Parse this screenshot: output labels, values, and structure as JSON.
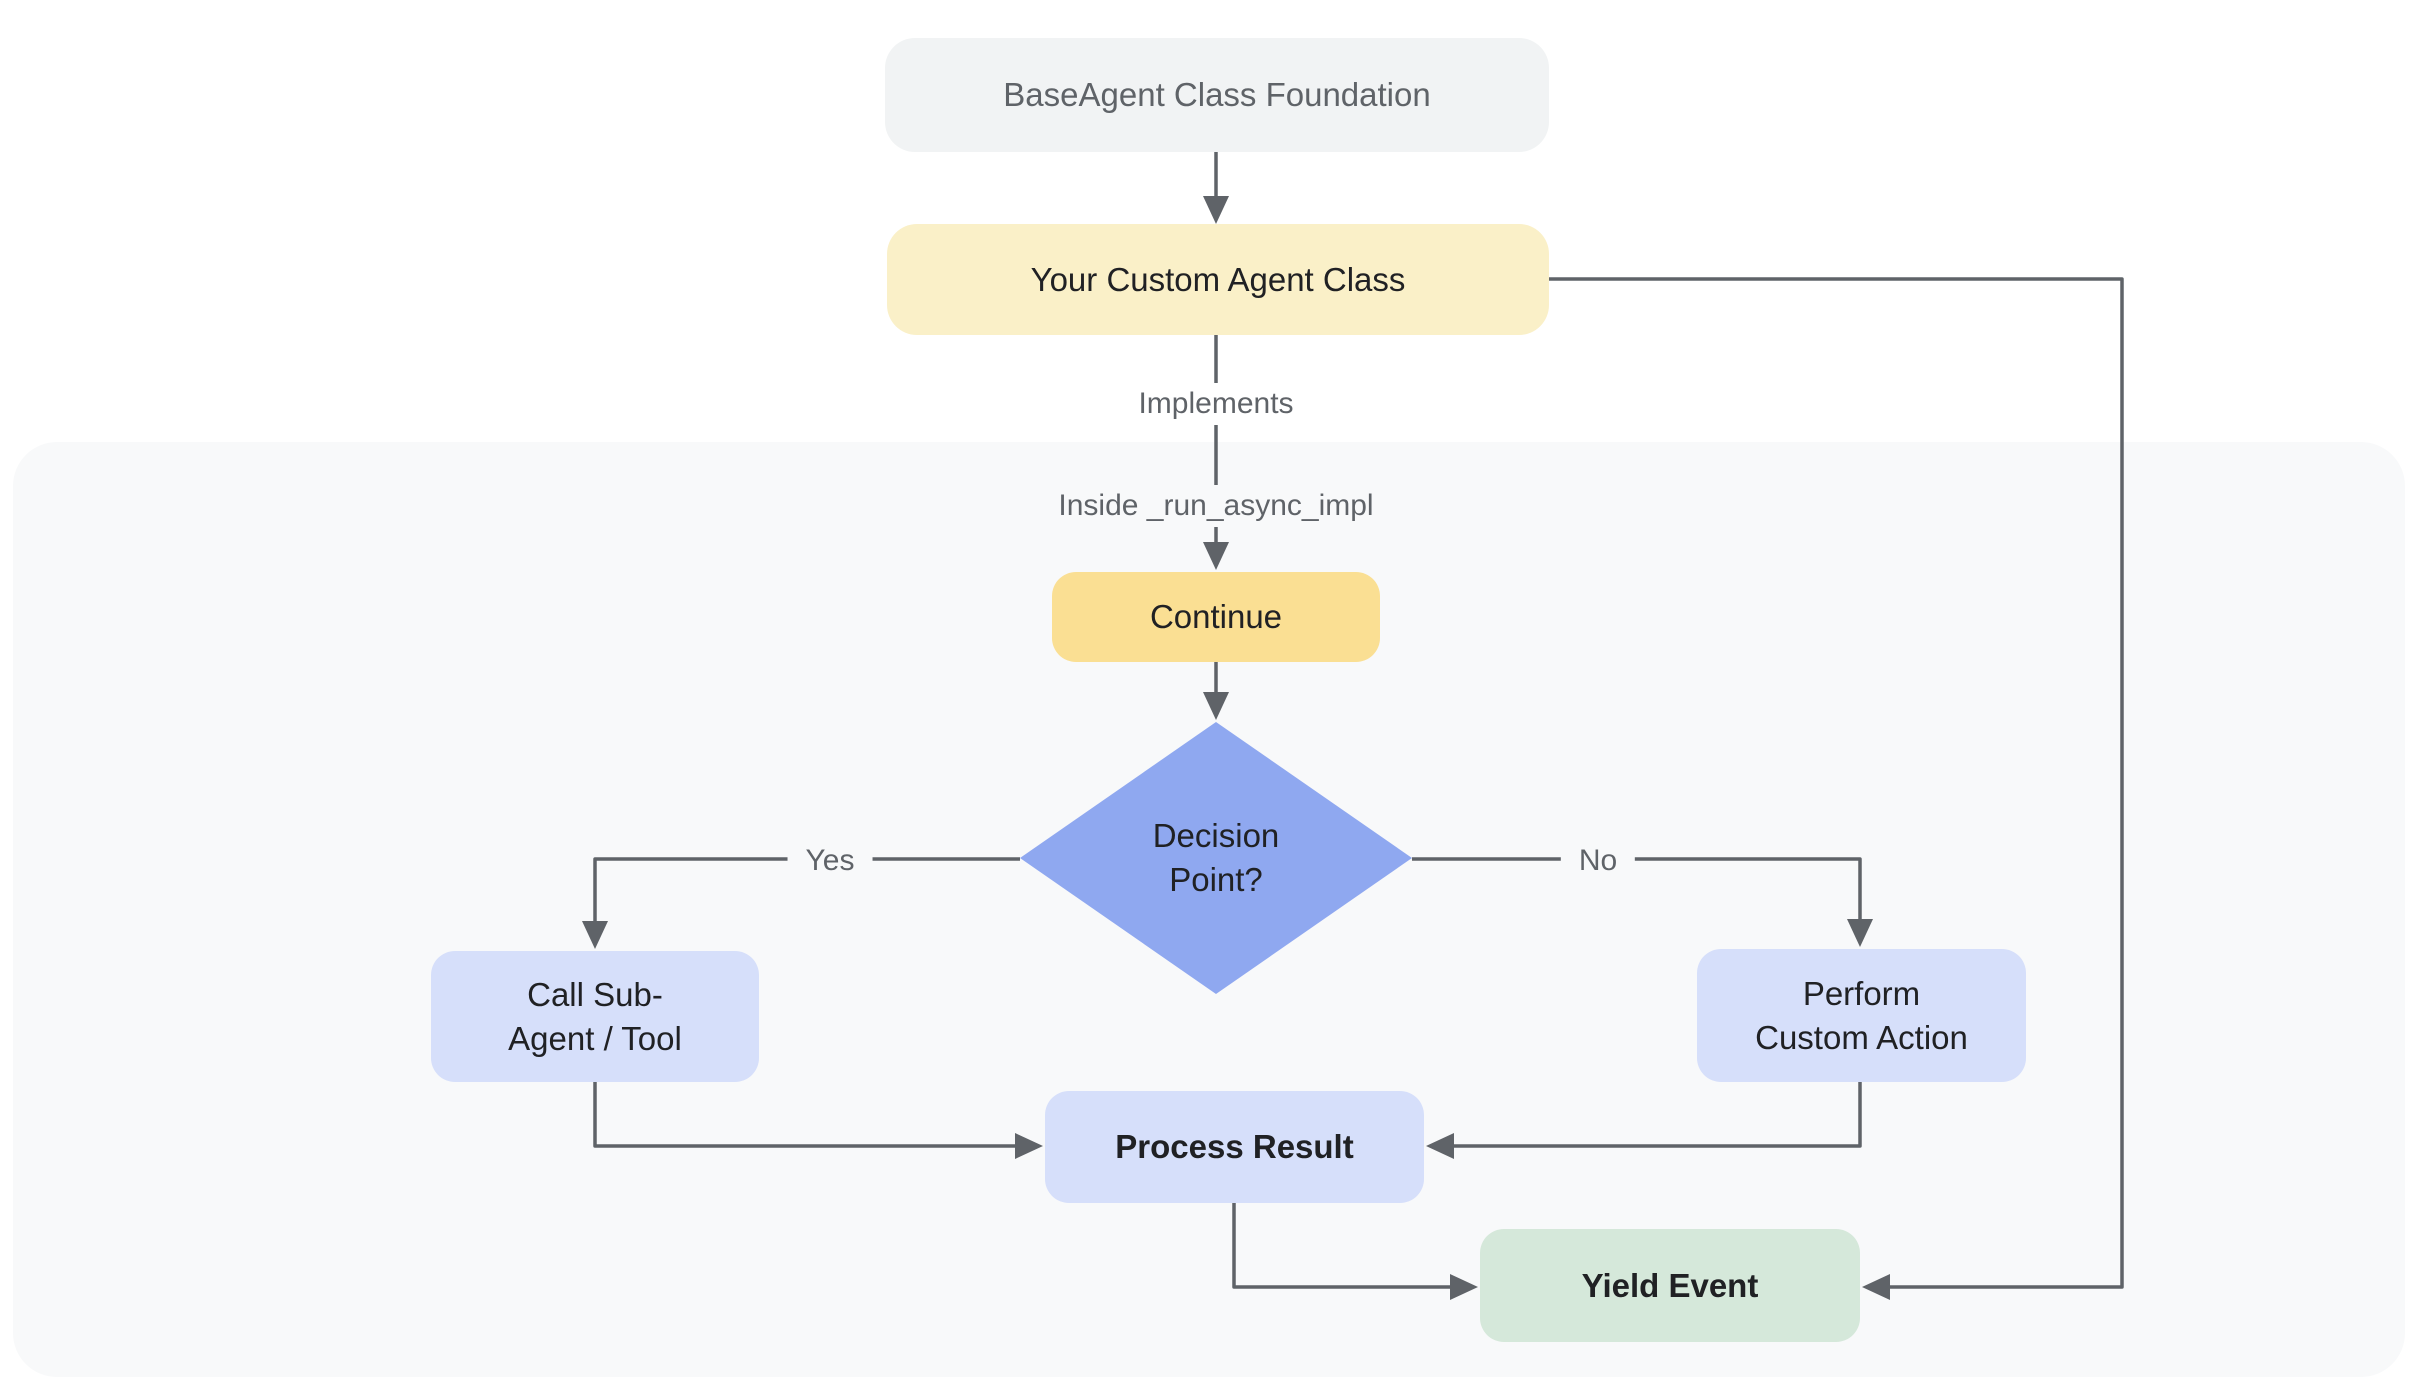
{
  "diagram": {
    "nodes": {
      "base_agent": {
        "label": "BaseAgent Class Foundation"
      },
      "custom_agent": {
        "label": "Your Custom Agent Class"
      },
      "continue_step": {
        "label": "Continue"
      },
      "decision": {
        "label": "Decision\nPoint?"
      },
      "call_sub_agent": {
        "label": "Call Sub-\nAgent / Tool"
      },
      "perform_custom_action": {
        "label": "Perform\nCustom Action"
      },
      "process_result": {
        "label": "Process Result"
      },
      "yield_event": {
        "label": "Yield Event"
      }
    },
    "edge_labels": {
      "implements": "Implements",
      "inside_run_async_impl": "Inside _run_async_impl",
      "yes": "Yes",
      "no": "No"
    },
    "colors": {
      "wire": "#5F6368",
      "panel_bg": "#F8F9FA",
      "node_gray": "#F1F3F4",
      "node_yellow_light": "#FAF0C8",
      "node_yellow": "#FADF93",
      "node_blue": "#8FA8F0",
      "node_lavender": "#D6DFFA",
      "node_green": "#D5E8DA",
      "text_dark": "#202124",
      "text_gray": "#5F6368"
    }
  }
}
